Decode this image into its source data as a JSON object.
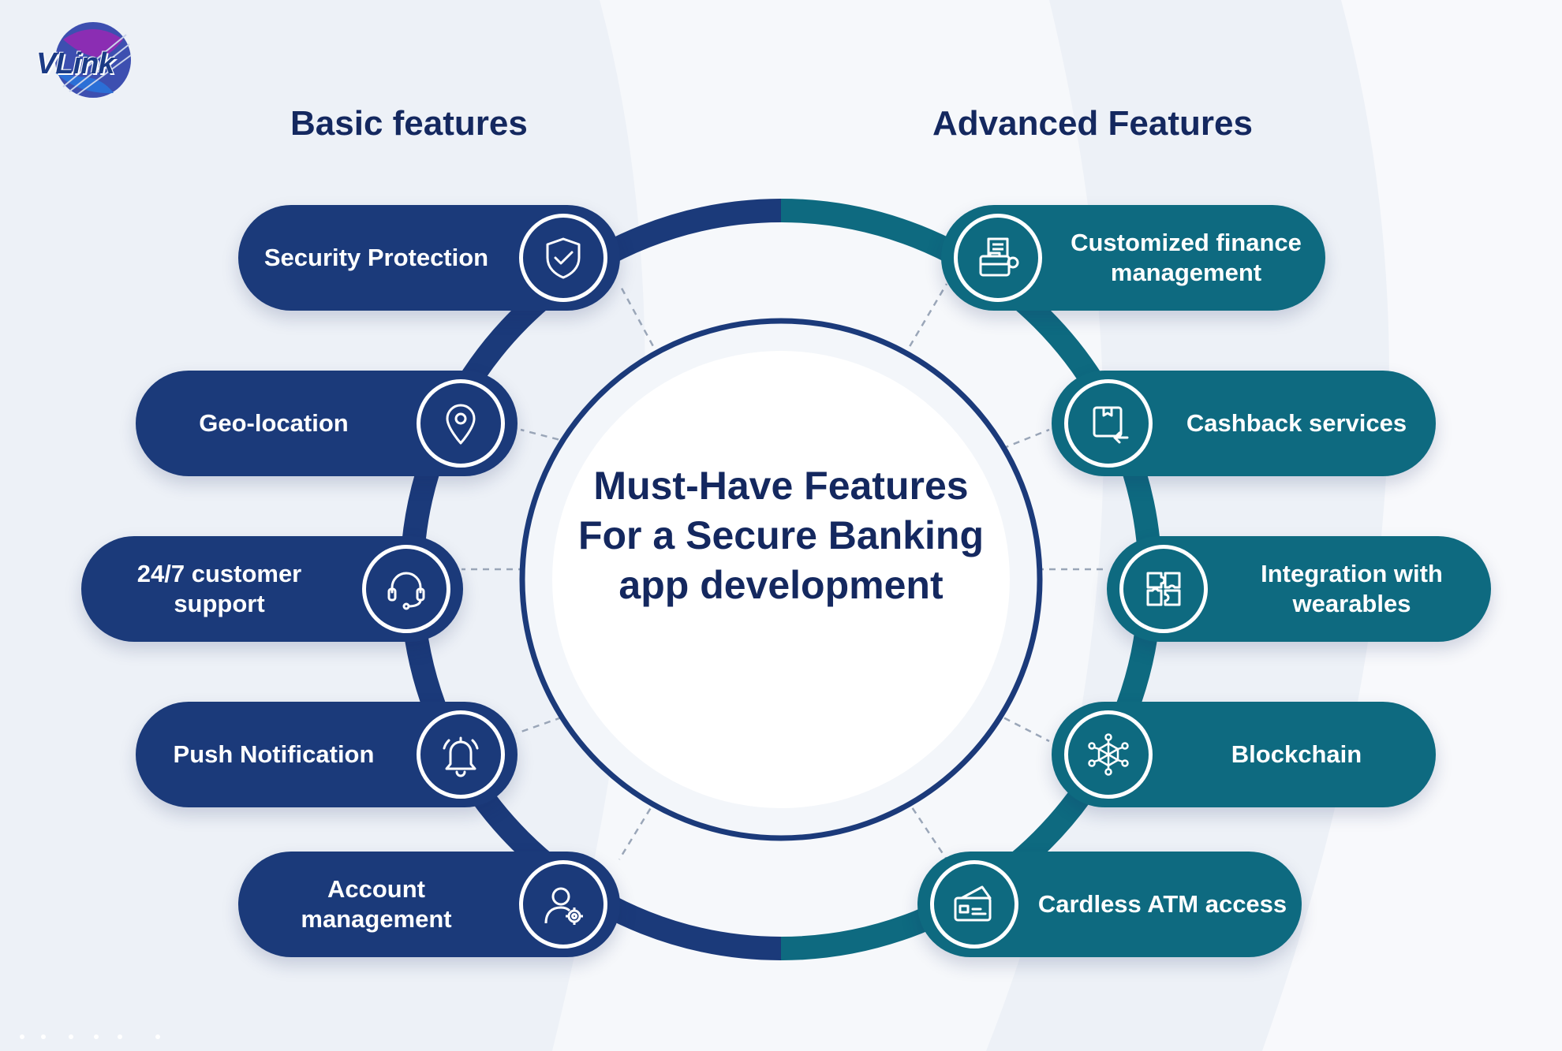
{
  "brand": {
    "logo_text": "VLink"
  },
  "titles": {
    "basic": "Basic features",
    "advanced": "Advanced Features",
    "center": "Must-Have Features For a Secure Banking app development"
  },
  "basic_features": [
    {
      "label": "Security Protection",
      "icon": "shield-check-icon"
    },
    {
      "label": "Geo-location",
      "icon": "location-pin-icon"
    },
    {
      "label": "24/7 customer support",
      "icon": "headset-icon"
    },
    {
      "label": "Push Notification",
      "icon": "bell-icon"
    },
    {
      "label": "Account management",
      "icon": "user-gear-icon"
    }
  ],
  "advanced_features": [
    {
      "label": "Customized finance management",
      "icon": "briefcase-documents-icon"
    },
    {
      "label": "Cashback services",
      "icon": "box-return-icon"
    },
    {
      "label": "Integration with wearables",
      "icon": "puzzle-icon"
    },
    {
      "label": "Blockchain",
      "icon": "blockchain-network-icon"
    },
    {
      "label": "Cardless ATM access",
      "icon": "atm-card-icon"
    }
  ],
  "colors": {
    "basic": "#1b3a7a",
    "advanced": "#0e6a80",
    "title": "#14285f",
    "background": "#edf1f7"
  }
}
